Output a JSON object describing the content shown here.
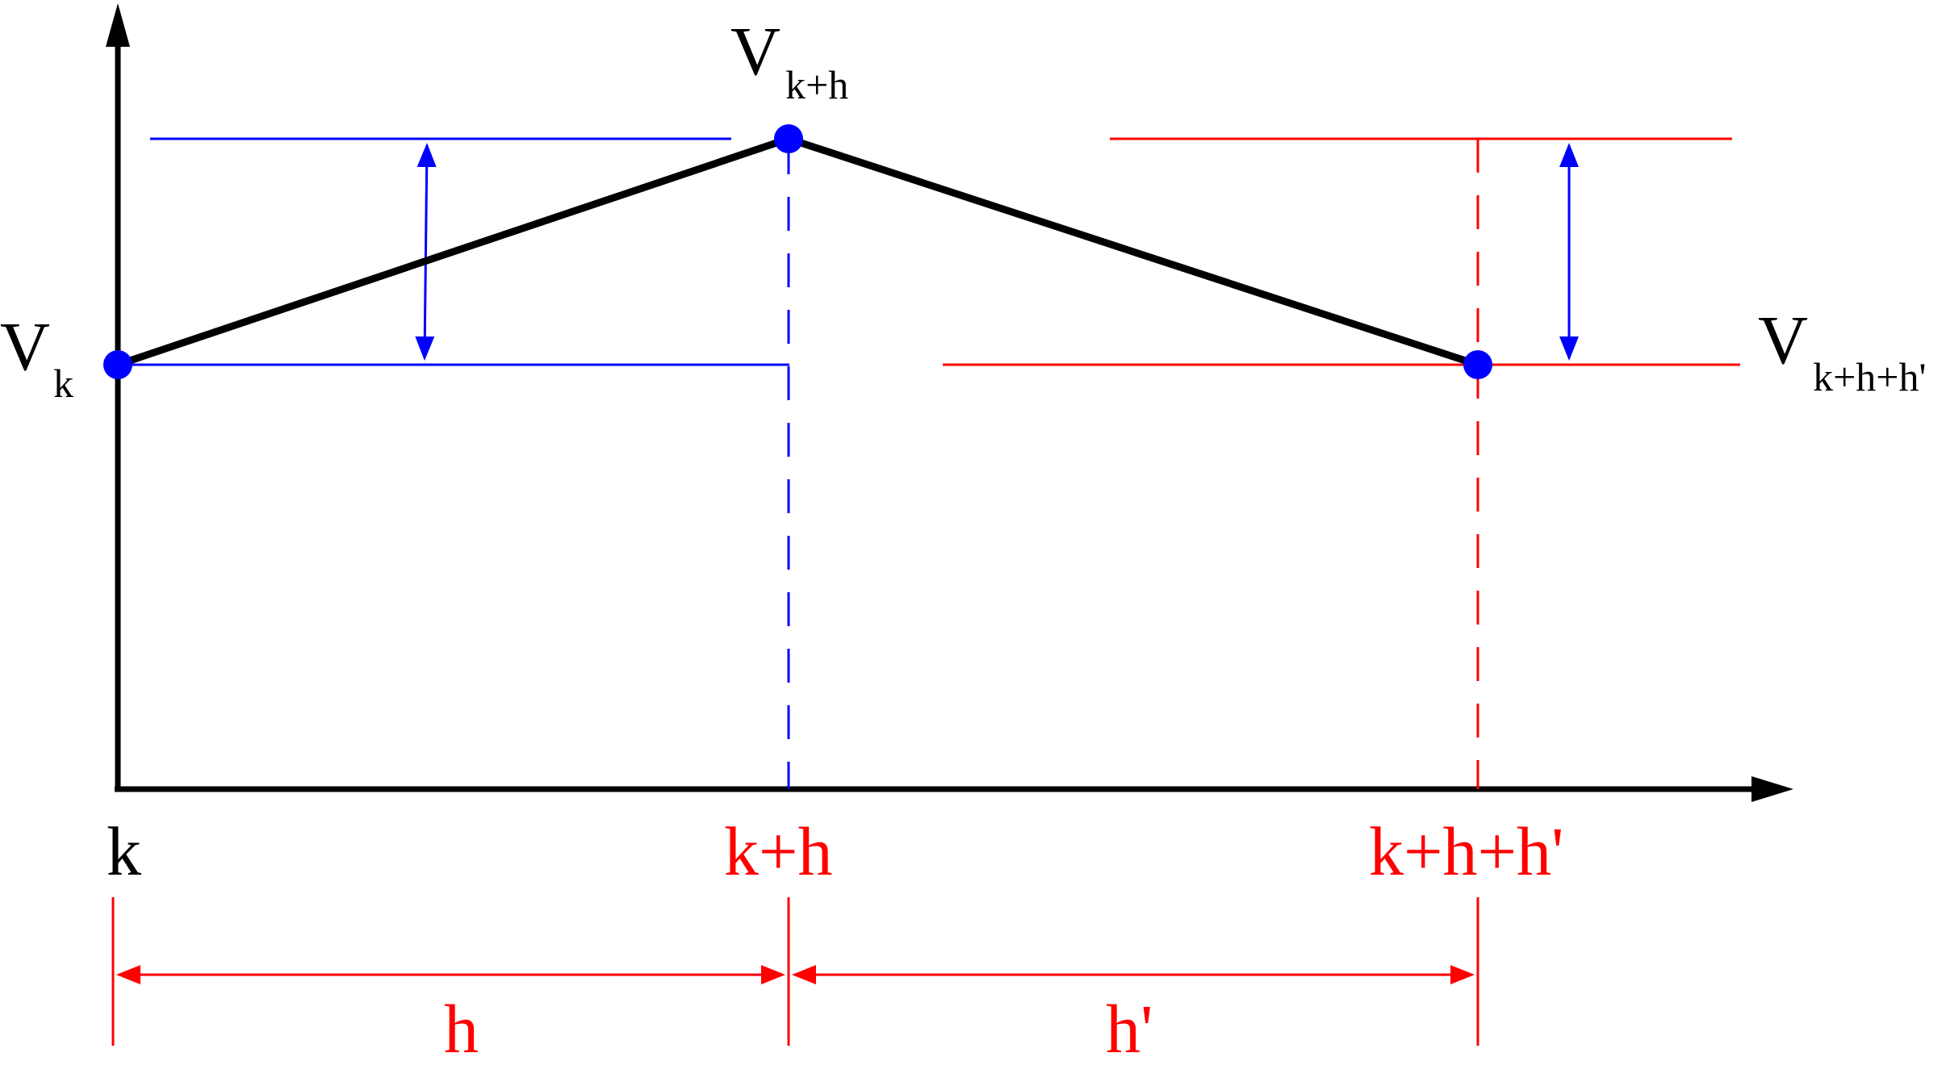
{
  "points": {
    "vk": {
      "main": "V",
      "sub": "k"
    },
    "vkh": {
      "main": "V",
      "sub": "k+h"
    },
    "vkhh": {
      "main": "V",
      "sub": "k+h+h'"
    }
  },
  "axis_ticks": {
    "k": "k",
    "kh": "k+h",
    "khh": "k+h+h'"
  },
  "intervals": {
    "h": "h",
    "h_prime": "h'"
  },
  "colors": {
    "axis": "#000000",
    "curve": "#000000",
    "blue": "#0000ff",
    "red": "#ff0000"
  }
}
